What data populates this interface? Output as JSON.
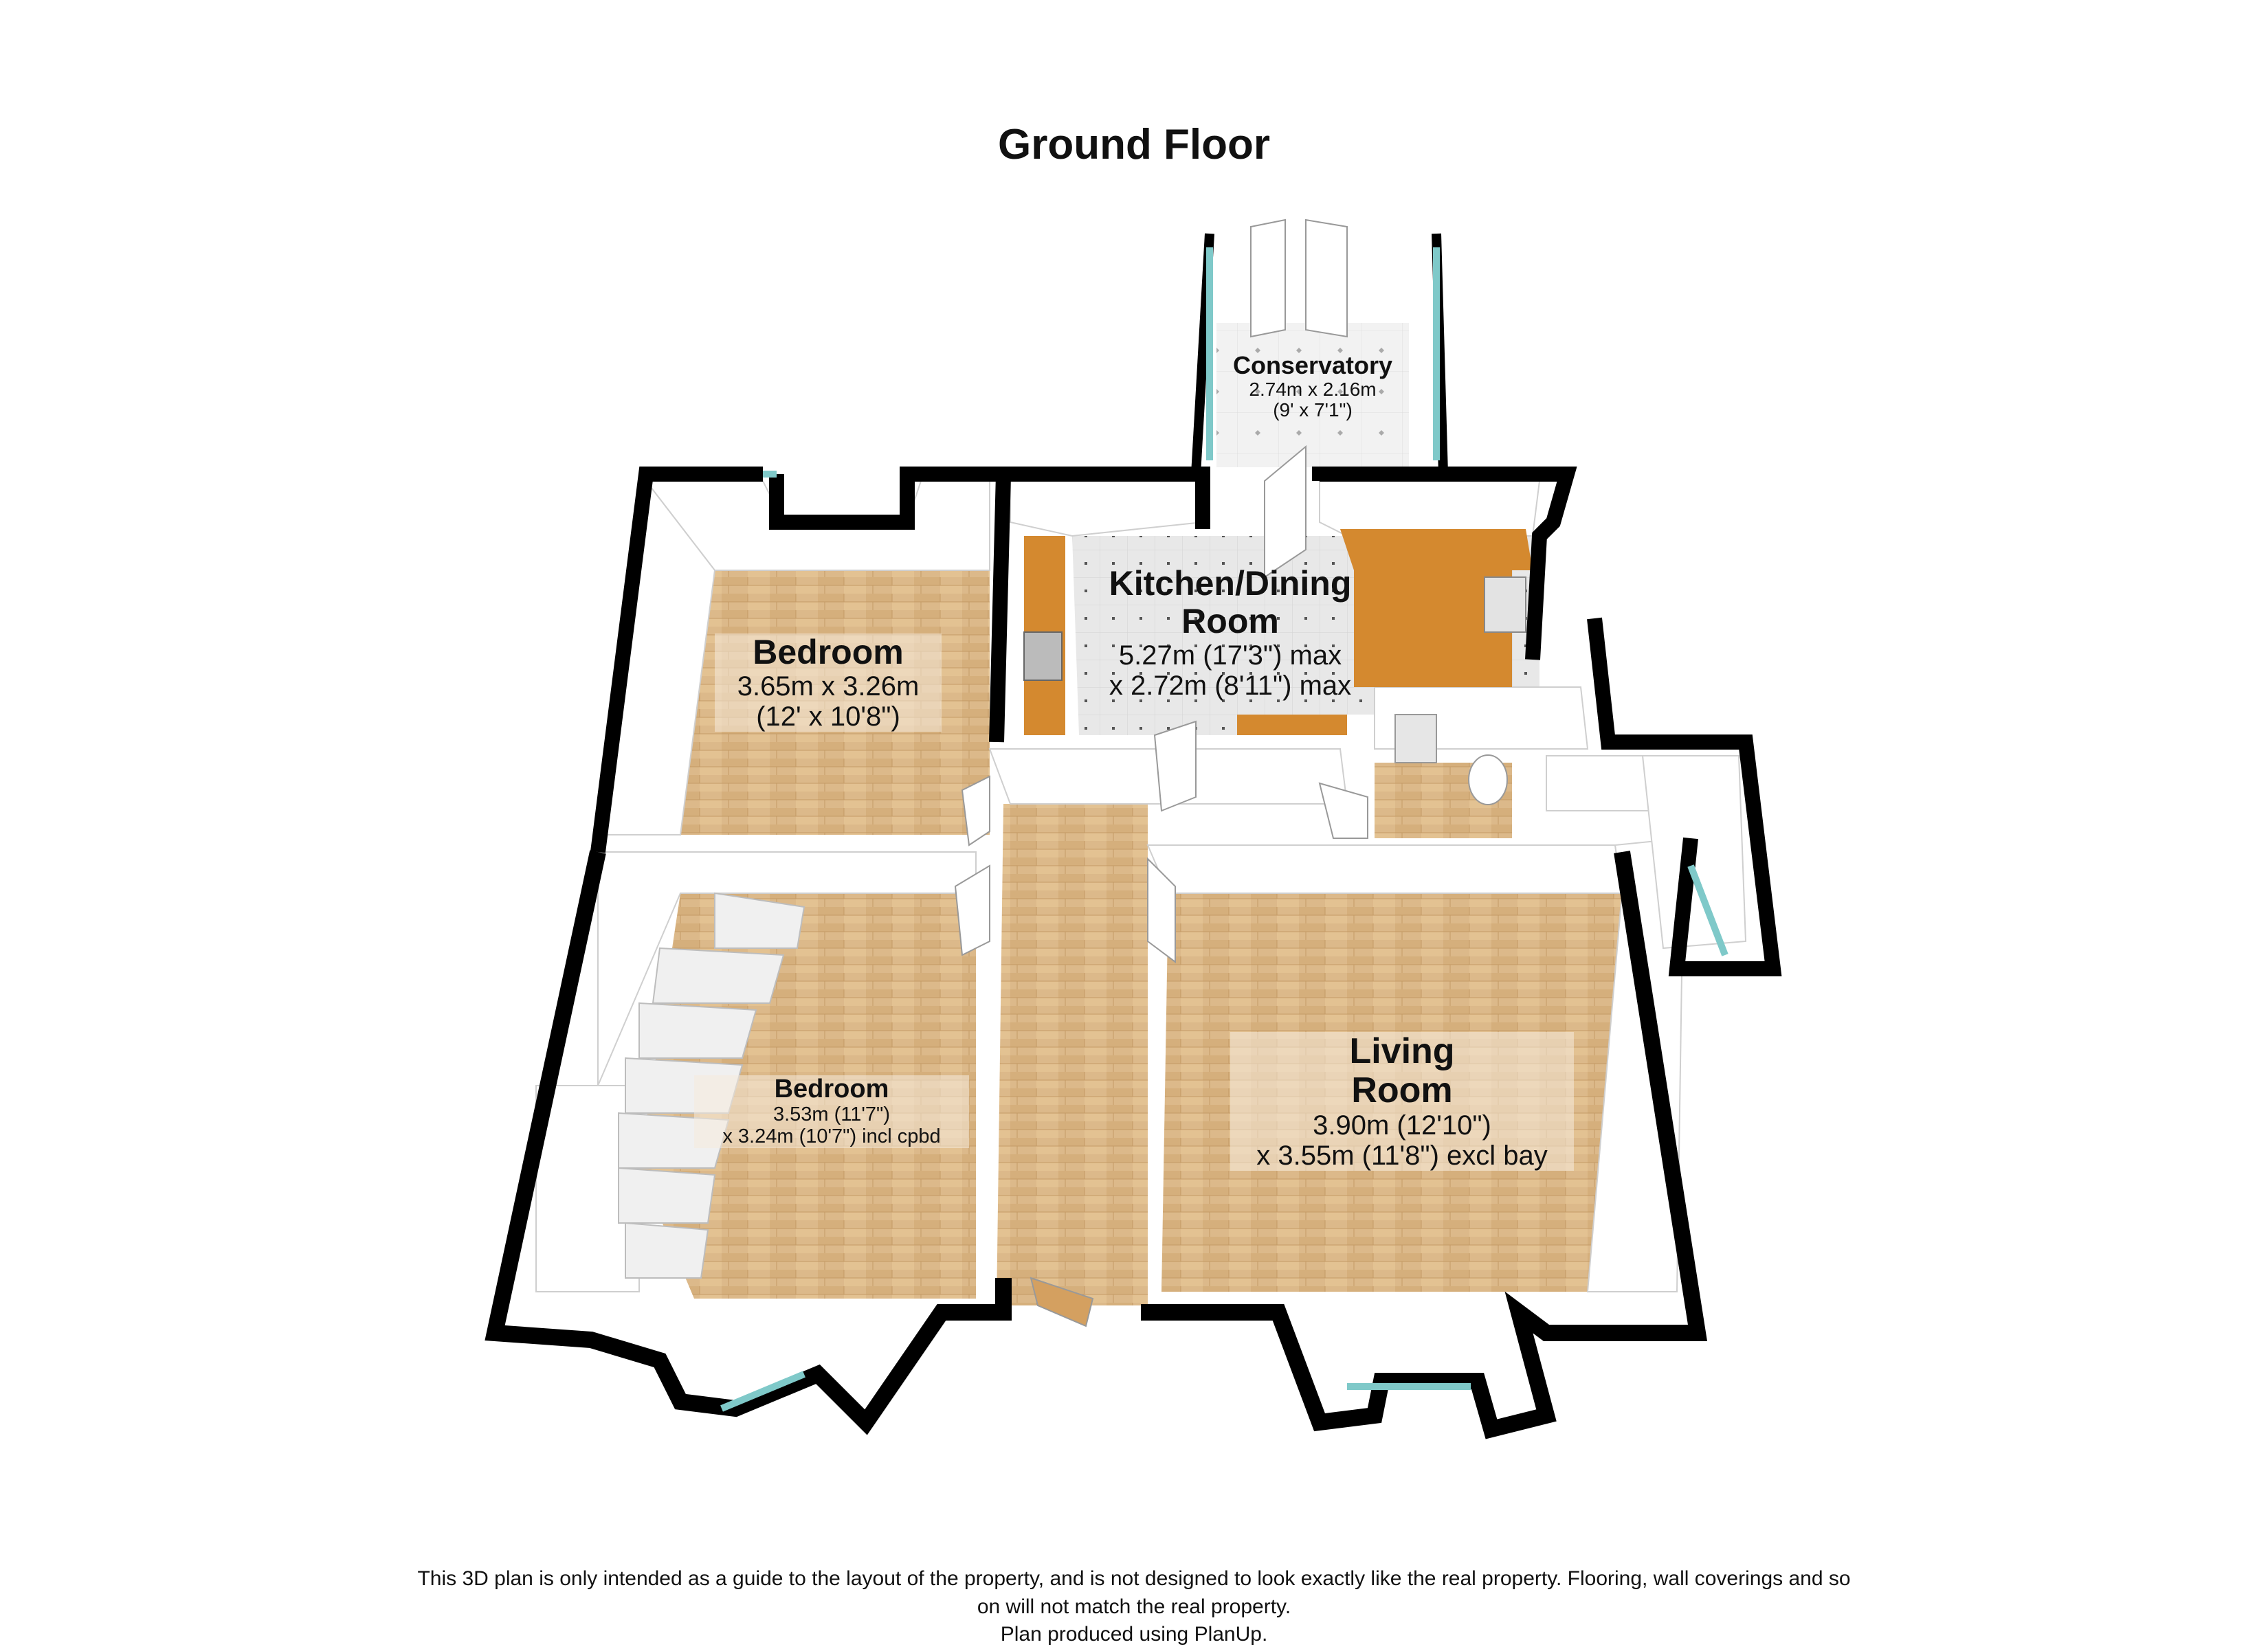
{
  "title": "Ground Floor",
  "rooms": {
    "conservatory": {
      "name": "Conservatory",
      "dim1": "2.74m x 2.16m",
      "dim2": "(9' x 7'1\")"
    },
    "kitchen": {
      "name1": "Kitchen/Dining",
      "name2": "Room",
      "dim1": "5.27m (17'3\") max",
      "dim2": "x 2.72m (8'11\") max"
    },
    "bedroom1": {
      "name": "Bedroom",
      "dim1": "3.65m x 3.26m",
      "dim2": "(12' x 10'8\")"
    },
    "bedroom2": {
      "name": "Bedroom",
      "dim1": "3.53m (11'7\")",
      "dim2": "x 3.24m (10'7\") incl cpbd"
    },
    "living": {
      "name1": "Living",
      "name2": "Room",
      "dim1": "3.90m (12'10\")",
      "dim2": "x 3.55m (11'8\") excl bay"
    }
  },
  "disclaimer": {
    "line1": "This 3D plan is only intended as a guide to the layout of the property, and is not designed to look exactly like the real property. Flooring, wall coverings and so on will not match the real property.",
    "line2": "Plan produced using PlanUp."
  },
  "colors": {
    "wall": "#000000",
    "inner_wall": "#ffffff",
    "wood_floor": "#dcb98a",
    "tile_floor": "#e6e6e6",
    "worktop": "#d4892f",
    "window_glass": "#bfe6e6"
  }
}
